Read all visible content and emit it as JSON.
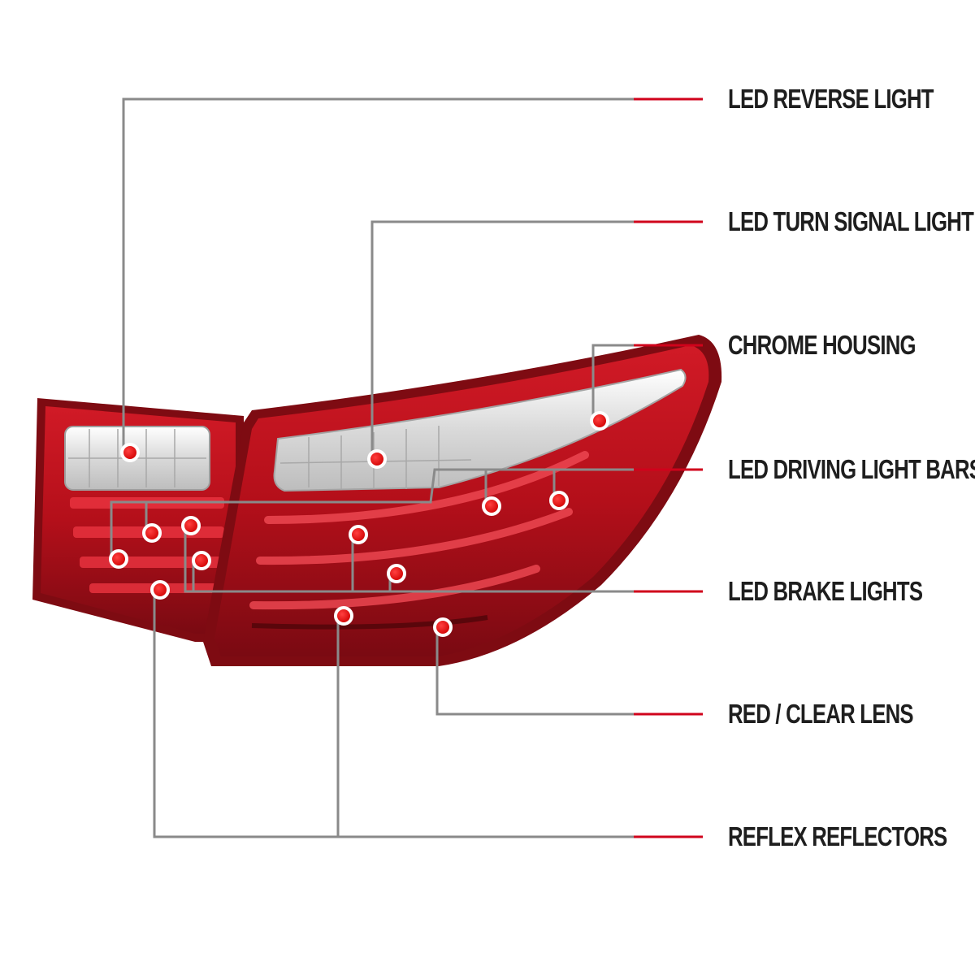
{
  "labels": {
    "reverse": "LED REVERSE LIGHT",
    "turn": "LED TURN SIGNAL LIGHT",
    "housing": "CHROME HOUSING",
    "driving": "LED DRIVING LIGHT BARS",
    "brake": "LED BRAKE LIGHTS",
    "lens": "RED / CLEAR LENS",
    "reflex": "REFLEX REFLECTORS"
  },
  "colors": {
    "leader_line": "#8a8a8a",
    "leader_accent": "#d0021b",
    "marker": "#e00000",
    "lens_red": "#b40f1a",
    "lens_dark": "#6e0a10",
    "chrome": "#e6e6e6"
  },
  "icons": {
    "marker": "callout-dot"
  }
}
